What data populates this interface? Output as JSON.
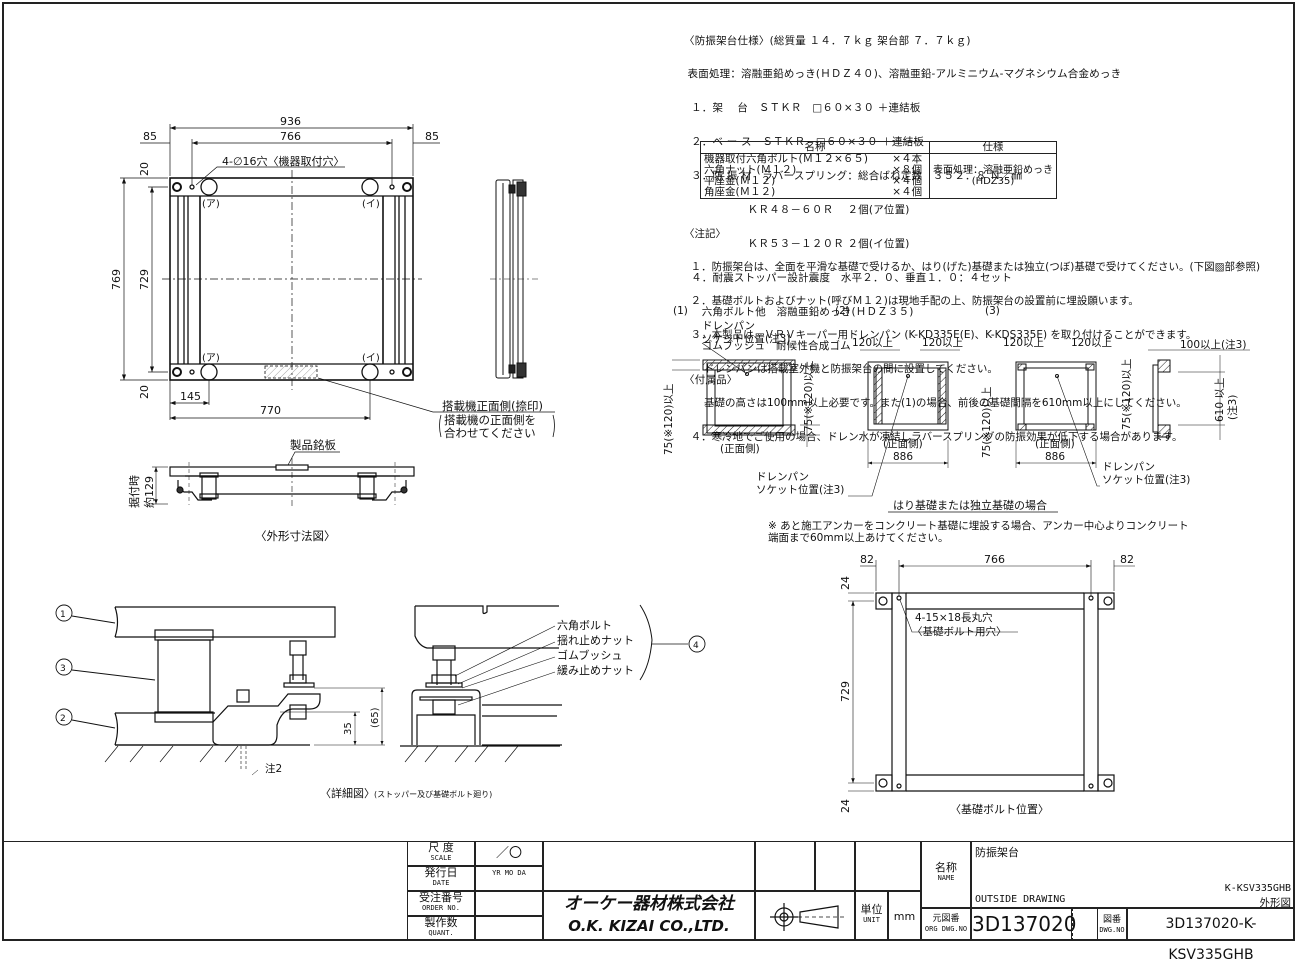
{
  "spec": {
    "title": "〈防振架台仕様〉(総質量 １４．７ｋｇ 架台部 ７．７ｋｇ)",
    "surface": " 表面処理：溶融亜鉛めっき(ＨＤＺ４０)、溶融亜鉛-アルミニウム-マグネシウム合金めっき",
    "items": [
      "  １．架　 台　ＳＴＫＲ　□６０×３０ ＋連結板",
      "  ２．ベ ー ス　ＳＴＫＲ　□６０×３０ ＋連結板",
      "  ３．防 振 材　ラバースプリング：総合ばね定数　３５２．８ Ｎ／㎜",
      "                  ＫＲ４８－６０Ｒ　 ２個(ア位置)",
      "                  ＫＲ５３－１２０Ｒ ２個(イ位置)",
      "  ４．耐震ストッパー設計震度　水平２．０、垂直１．０：４セット",
      "     六角ボルト他　溶融亜鉛めっき(ＨＤＺ３５)",
      "     ゴムブッシュ　耐候性合成ゴム"
    ]
  },
  "accessories": {
    "title": "〈付属品〉",
    "header_name": "名称",
    "header_spec": "仕様",
    "rows": [
      {
        "name": "機器取付六角ボルト(Ｍ１２×６５)",
        "qty": "×４本"
      },
      {
        "name": "六角ナット(Ｍ１２)",
        "qty": "×８個"
      },
      {
        "name": "平座金(Ｍ１２)",
        "qty": "×４個"
      },
      {
        "name": "角座金(Ｍ１２)",
        "qty": "×４個"
      }
    ],
    "spec_line1": "表面処理：溶融亜鉛めっき",
    "spec_line2": "(HDZ35)"
  },
  "notes": {
    "title": "〈注記〉",
    "lines": [
      "  １．防振架台は、全面を平滑な基礎で受けるか、はり(げた)基礎または独立(つぼ)基礎で受けてください。(下図▨部参照)",
      "  ２．基礎ボルトおよびナット(呼びＭ１２)は現地手配の上、防振架台の設置前に埋設願います。",
      "  ３．本製品は、ＶＲＶキーパー用ドレンパン (K-KD335E(E)、K-KDS335E) を取り付けることができます。",
      "      ドレンパンは搭載室外機と防振架台の間に設置してください。",
      "      基礎の高さは100mm以上必要です。また(1)の場合、前後の基礎間隔を610mm以上にしてください。",
      "  ４．寒冷地でご使用の場合、ドレン水が凍結しラバースプリングの防振効果が低下する場合があります。"
    ]
  },
  "outline": {
    "dim_936": "936",
    "dim_766": "766",
    "dim_85_l": "85",
    "dim_85_r": "85",
    "dim_20_t": "20",
    "dim_20_b": "20",
    "dim_769": "769",
    "dim_729": "729",
    "dim_145": "145",
    "dim_770": "770",
    "hole_label": "4-∅16穴〈機器取付穴〉",
    "pos_a": "(ア)",
    "pos_i": "(イ)",
    "front_label1": "搭載機正面側(捺印)",
    "front_label2": "搭載機の正面側を",
    "front_label3": "合わせてください",
    "nameplate": "製品銘板",
    "height_label1": "据付時",
    "height_label2": "約129",
    "caption": "〈外形寸法図〉"
  },
  "foundation": {
    "case1": "(1)",
    "case2": "(2)",
    "case3": "(3)",
    "drain1": "ドレンパン",
    "drain2": "ソケット位置(注3)",
    "min120": "120以上",
    "v75": "75(※120)以上",
    "front": "(正面側)",
    "w886": "886",
    "min100": "100以上(注3)",
    "min610": "610 以上",
    "note3": "(注3)",
    "beam_caption": "はり基礎または独立基礎の場合",
    "anchor_note1": "※ あと施工アンカーをコンクリート基礎に埋設する場合、アンカー中心よりコンクリート",
    "anchor_note2": "   端面まで60mm以上あけてください。"
  },
  "bolt_pos": {
    "dim_82_l": "82",
    "dim_766": "766",
    "dim_82_r": "82",
    "dim_24_t": "24",
    "dim_729": "729",
    "dim_24_b": "24",
    "hole_label1": "4-15×18長丸穴",
    "hole_label2": "〈基礎ボルト用穴〉",
    "caption": "〈基礎ボルト位置〉"
  },
  "detail": {
    "c1": "1",
    "c2": "2",
    "c3": "3",
    "c4": "4",
    "hex_bolt": "六角ボルト",
    "sway_nut": "揺れ止めナット",
    "rubber_bush": "ゴムブッシュ",
    "lock_nut": "緩み止めナット",
    "dim_35": "35",
    "dim_65": "(65)",
    "note2": "注2",
    "caption": "〈詳細図〉",
    "caption_sub": "(ストッパー及び基礎ボルト廻り)"
  },
  "titleblock": {
    "scale_jp": "尺 度",
    "scale_en": "SCALE",
    "scale_val": "／〇",
    "date_jp": "発行日",
    "date_en": "DATE",
    "date_val": "YR  MO  DA",
    "order_jp": "受注番号",
    "order_en": "ORDER NO.",
    "quant_jp": "製作数",
    "quant_en": "QUANT.",
    "company_jp": "オーケー器材株式会社",
    "company_en": "O.K. KIZAI CO.,LTD.",
    "unit_jp": "単位",
    "unit_en": "UNIT",
    "unit_val": "mm",
    "name_jp": "名称",
    "name_en": "NAME",
    "product_jp": "防振架台",
    "product_en": "OUTSIDE DRAWING",
    "model": "K-KSV335GHB",
    "drawing_type": "外形図",
    "org_jp": "元図番",
    "org_en": "ORG DWG.NO",
    "org_val": "3D137020",
    "dwg_jp": "図番",
    "dwg_en": "DWG.NO",
    "dwg_val": "3D137020-K-KSV335GHB"
  }
}
